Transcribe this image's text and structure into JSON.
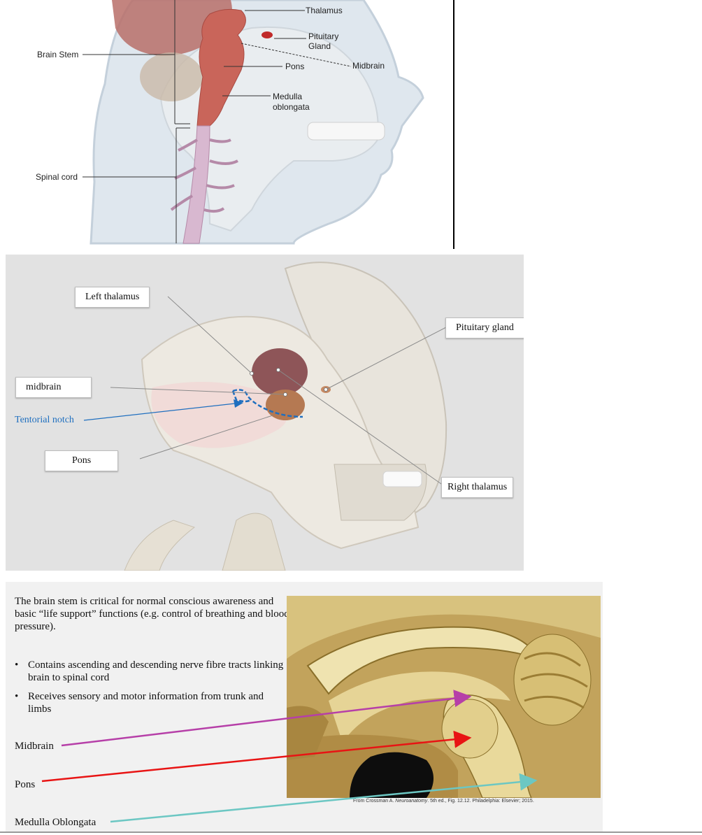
{
  "figure1": {
    "labels": {
      "thalamus": "Thalamus",
      "pituitary_line1": "Pituitary",
      "pituitary_line2": "Gland",
      "midbrain": "Midbrain",
      "pons": "Pons",
      "medulla_line1": "Medulla",
      "medulla_line2": "oblongata",
      "brain_stem": "Brain Stem",
      "spinal_cord": "Spinal cord"
    }
  },
  "figure2": {
    "labels": {
      "left_thalamus": "Left thalamus",
      "pituitary_gland": "Pituitary gland",
      "midbrain": "midbrain",
      "tentorial_notch": "Tentorial notch",
      "pons": "Pons",
      "right_thalamus": "Right thalamus"
    },
    "colors": {
      "tentorial_notch": "#1f6fbf"
    }
  },
  "section3": {
    "intro": "The brain stem is critical for normal conscious awareness and basic “life support” functions (e.g. control of breathing and blood pressure).",
    "bullets": [
      "Contains ascending and descending nerve fibre tracts linking brain to spinal cord",
      "Receives sensory and motor information from trunk and limbs"
    ],
    "bullet_symbol": "•",
    "labels": {
      "midbrain": "Midbrain",
      "pons": "Pons",
      "medulla": "Medulla Oblongata"
    },
    "arrow_colors": {
      "midbrain": "#b63fa8",
      "pons": "#e81414",
      "medulla": "#6cc7c3"
    },
    "citation_prefix": "From Crossman A. ",
    "citation_title": "Neuroanatomy",
    "citation_suffix": ". 5th ed., Fig. 12.12. Philadelphia: Elsevier; 2015."
  }
}
